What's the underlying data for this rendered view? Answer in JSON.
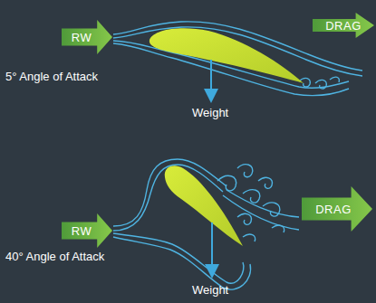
{
  "diagram": {
    "nodes": [
      {
        "text": [
          "RW"
        ]
      },
      {
        "text": [
          "DRAG"
        ]
      },
      {
        "text": [
          "RW"
        ]
      },
      {
        "text": [
          "DRAG"
        ]
      }
    ],
    "labels": [
      "5° Angle of Attack",
      "Weight",
      "40° Angle of Attack",
      "Weight"
    ]
  }
}
